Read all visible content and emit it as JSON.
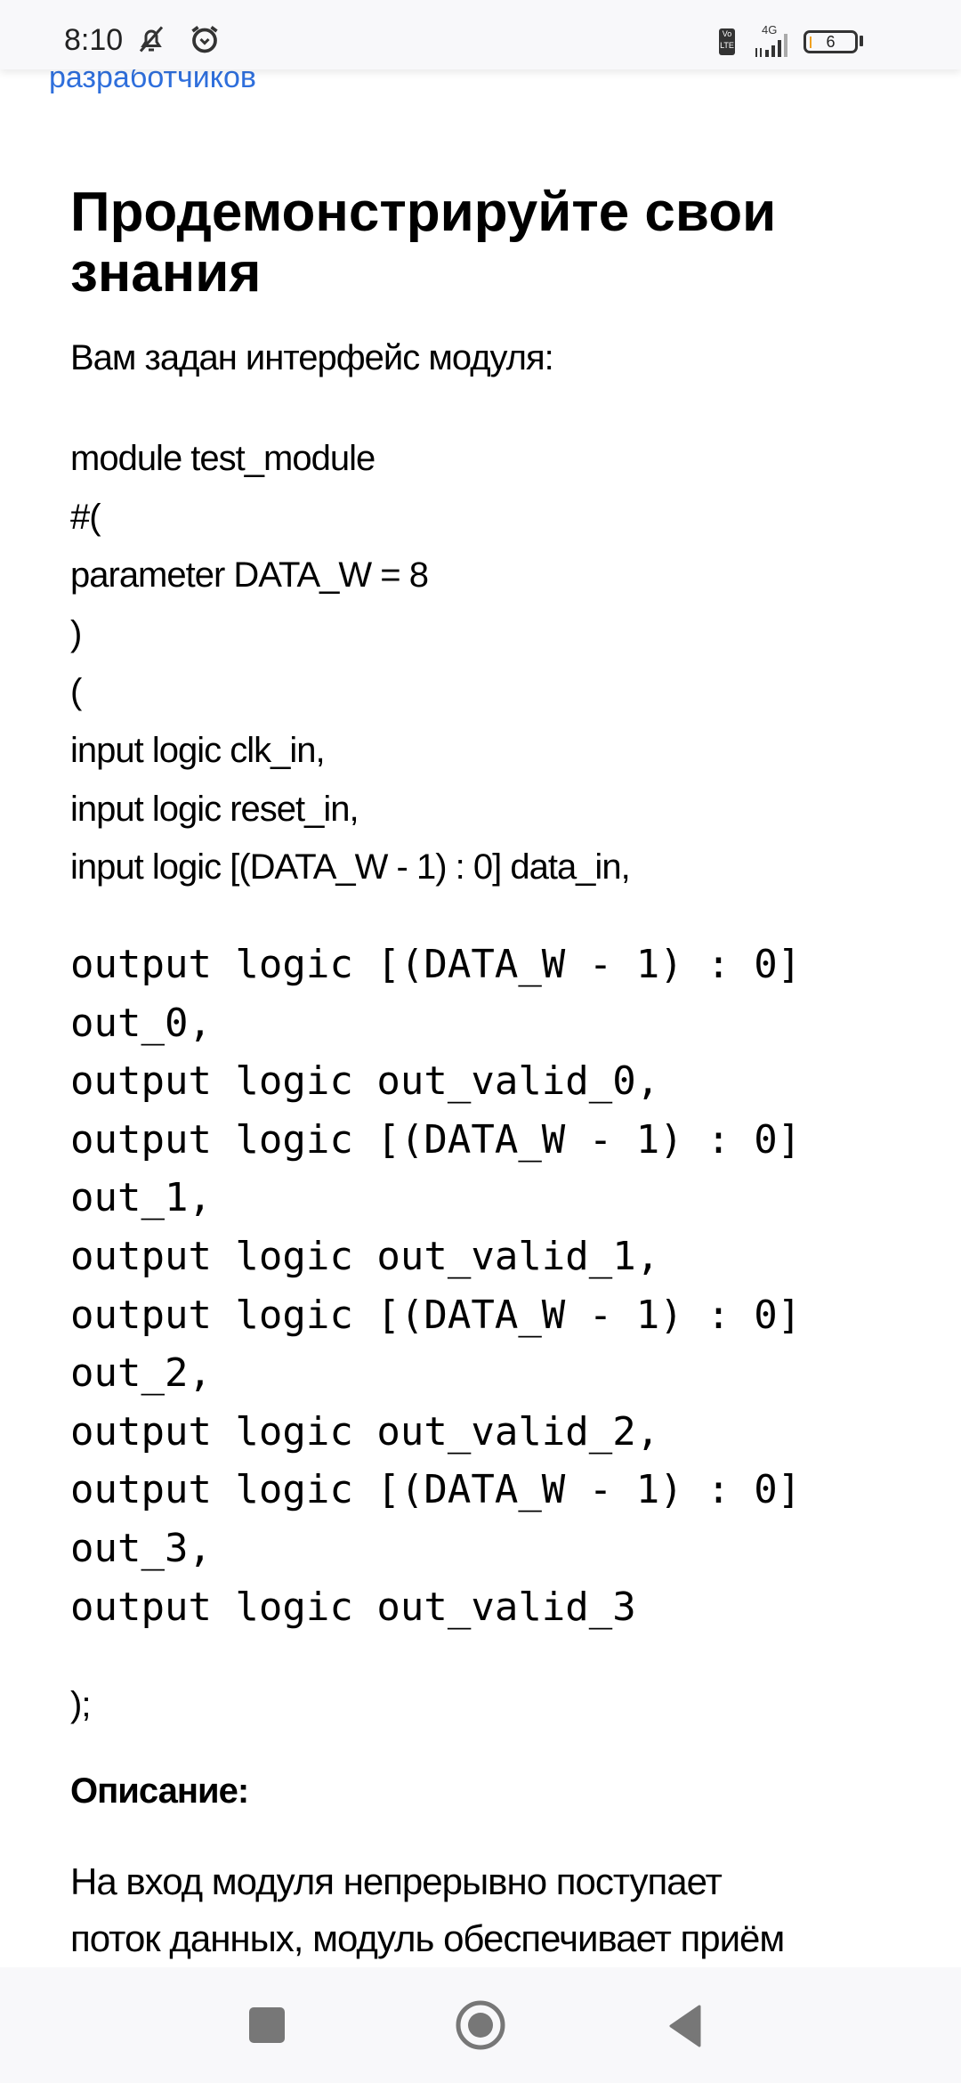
{
  "status_bar": {
    "time": "8:10",
    "battery": "6",
    "network": "4G",
    "volte": "Vo LTE"
  },
  "link_text": "разработчиков",
  "title": "Продемонстрируйте свои знания",
  "intro": "Вам задан интерфейс модуля:",
  "code_prose": [
    "module test_module",
    "#(",
    "parameter DATA_W = 8",
    ")",
    "(",
    "input logic clk_in,",
    "input logic reset_in,",
    "input logic [(DATA_W - 1) : 0] data_in,"
  ],
  "code_mono": [
    "output logic [(DATA_W - 1) : 0]",
    "out_0,",
    "output logic out_valid_0,",
    "output logic [(DATA_W - 1) : 0]",
    "out_1,",
    "output logic out_valid_1,",
    "output logic [(DATA_W - 1) : 0]",
    "out_2,",
    "output logic out_valid_2,",
    "output logic [(DATA_W - 1) : 0]",
    "out_3,",
    "output logic out_valid_3"
  ],
  "code_end": ");",
  "description_heading": "Описание:",
  "description_lines": [
    "На вход модуля непрерывно поступает",
    "поток данных, модуль обеспечивает приём"
  ]
}
